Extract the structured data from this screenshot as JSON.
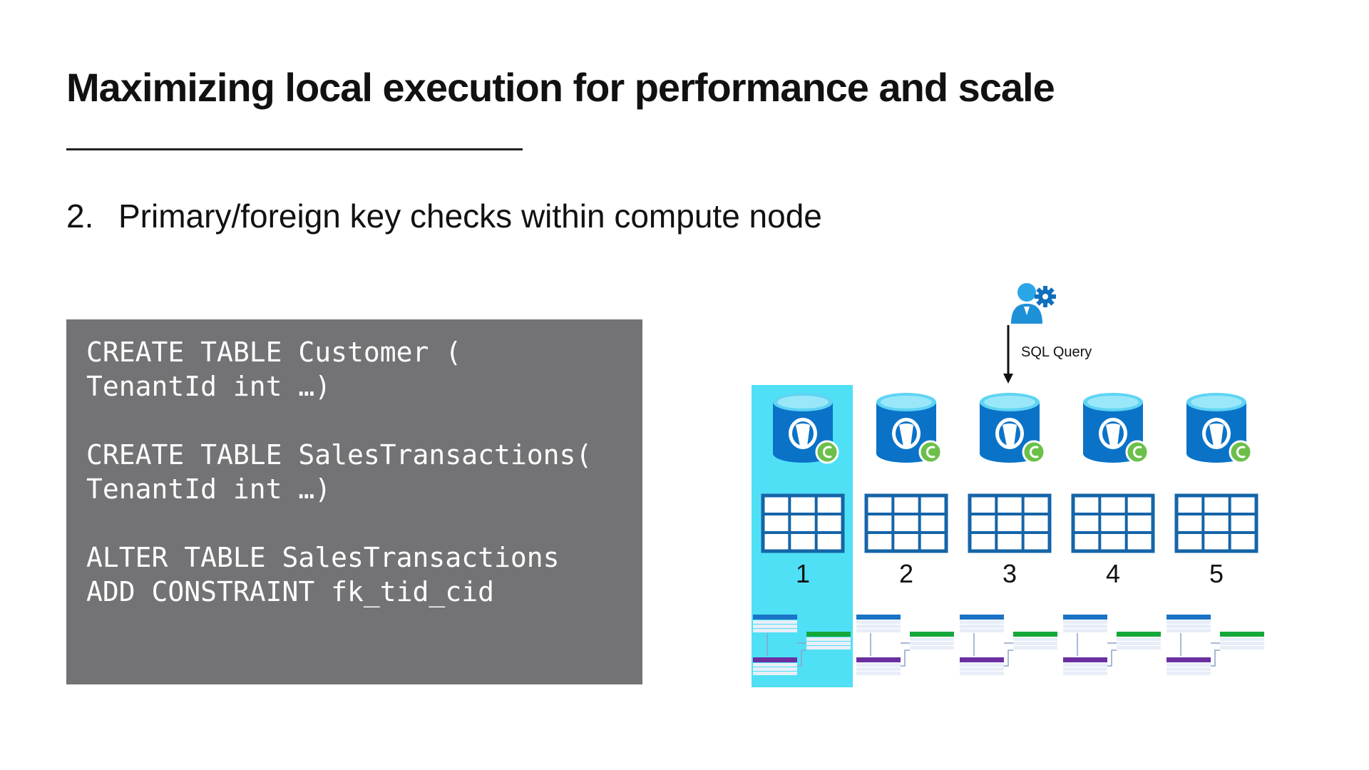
{
  "slide": {
    "title": "Maximizing local execution for performance and scale",
    "point_number": "2.",
    "point_text": "Primary/foreign key checks within compute node"
  },
  "code": {
    "lines": [
      "CREATE TABLE Customer (",
      "TenantId int …)",
      "",
      "CREATE TABLE SalesTransactions(",
      "TenantId int …)",
      "",
      "ALTER TABLE SalesTransactions",
      "ADD CONSTRAINT fk_tid_cid"
    ]
  },
  "diagram": {
    "query_label": "SQL Query",
    "nodes": [
      {
        "label": "1",
        "highlighted": true
      },
      {
        "label": "2",
        "highlighted": false
      },
      {
        "label": "3",
        "highlighted": false
      },
      {
        "label": "4",
        "highlighted": false
      },
      {
        "label": "5",
        "highlighted": false
      }
    ],
    "icons": {
      "user": "admin-user-gear-icon",
      "database": "postgresql-database-icon",
      "table": "table-grid-icon",
      "schema": "schema-mini-diagram-icon"
    },
    "colors": {
      "highlight": "#4fe0f6",
      "db_blue": "#0a73c8",
      "db_top": "#5fd4f3",
      "table_blue": "#1565a8",
      "badge_green": "#6cc04a",
      "schema_blue": "#1a73c6",
      "schema_green": "#14a83a",
      "schema_purple": "#6b2fa0"
    }
  }
}
